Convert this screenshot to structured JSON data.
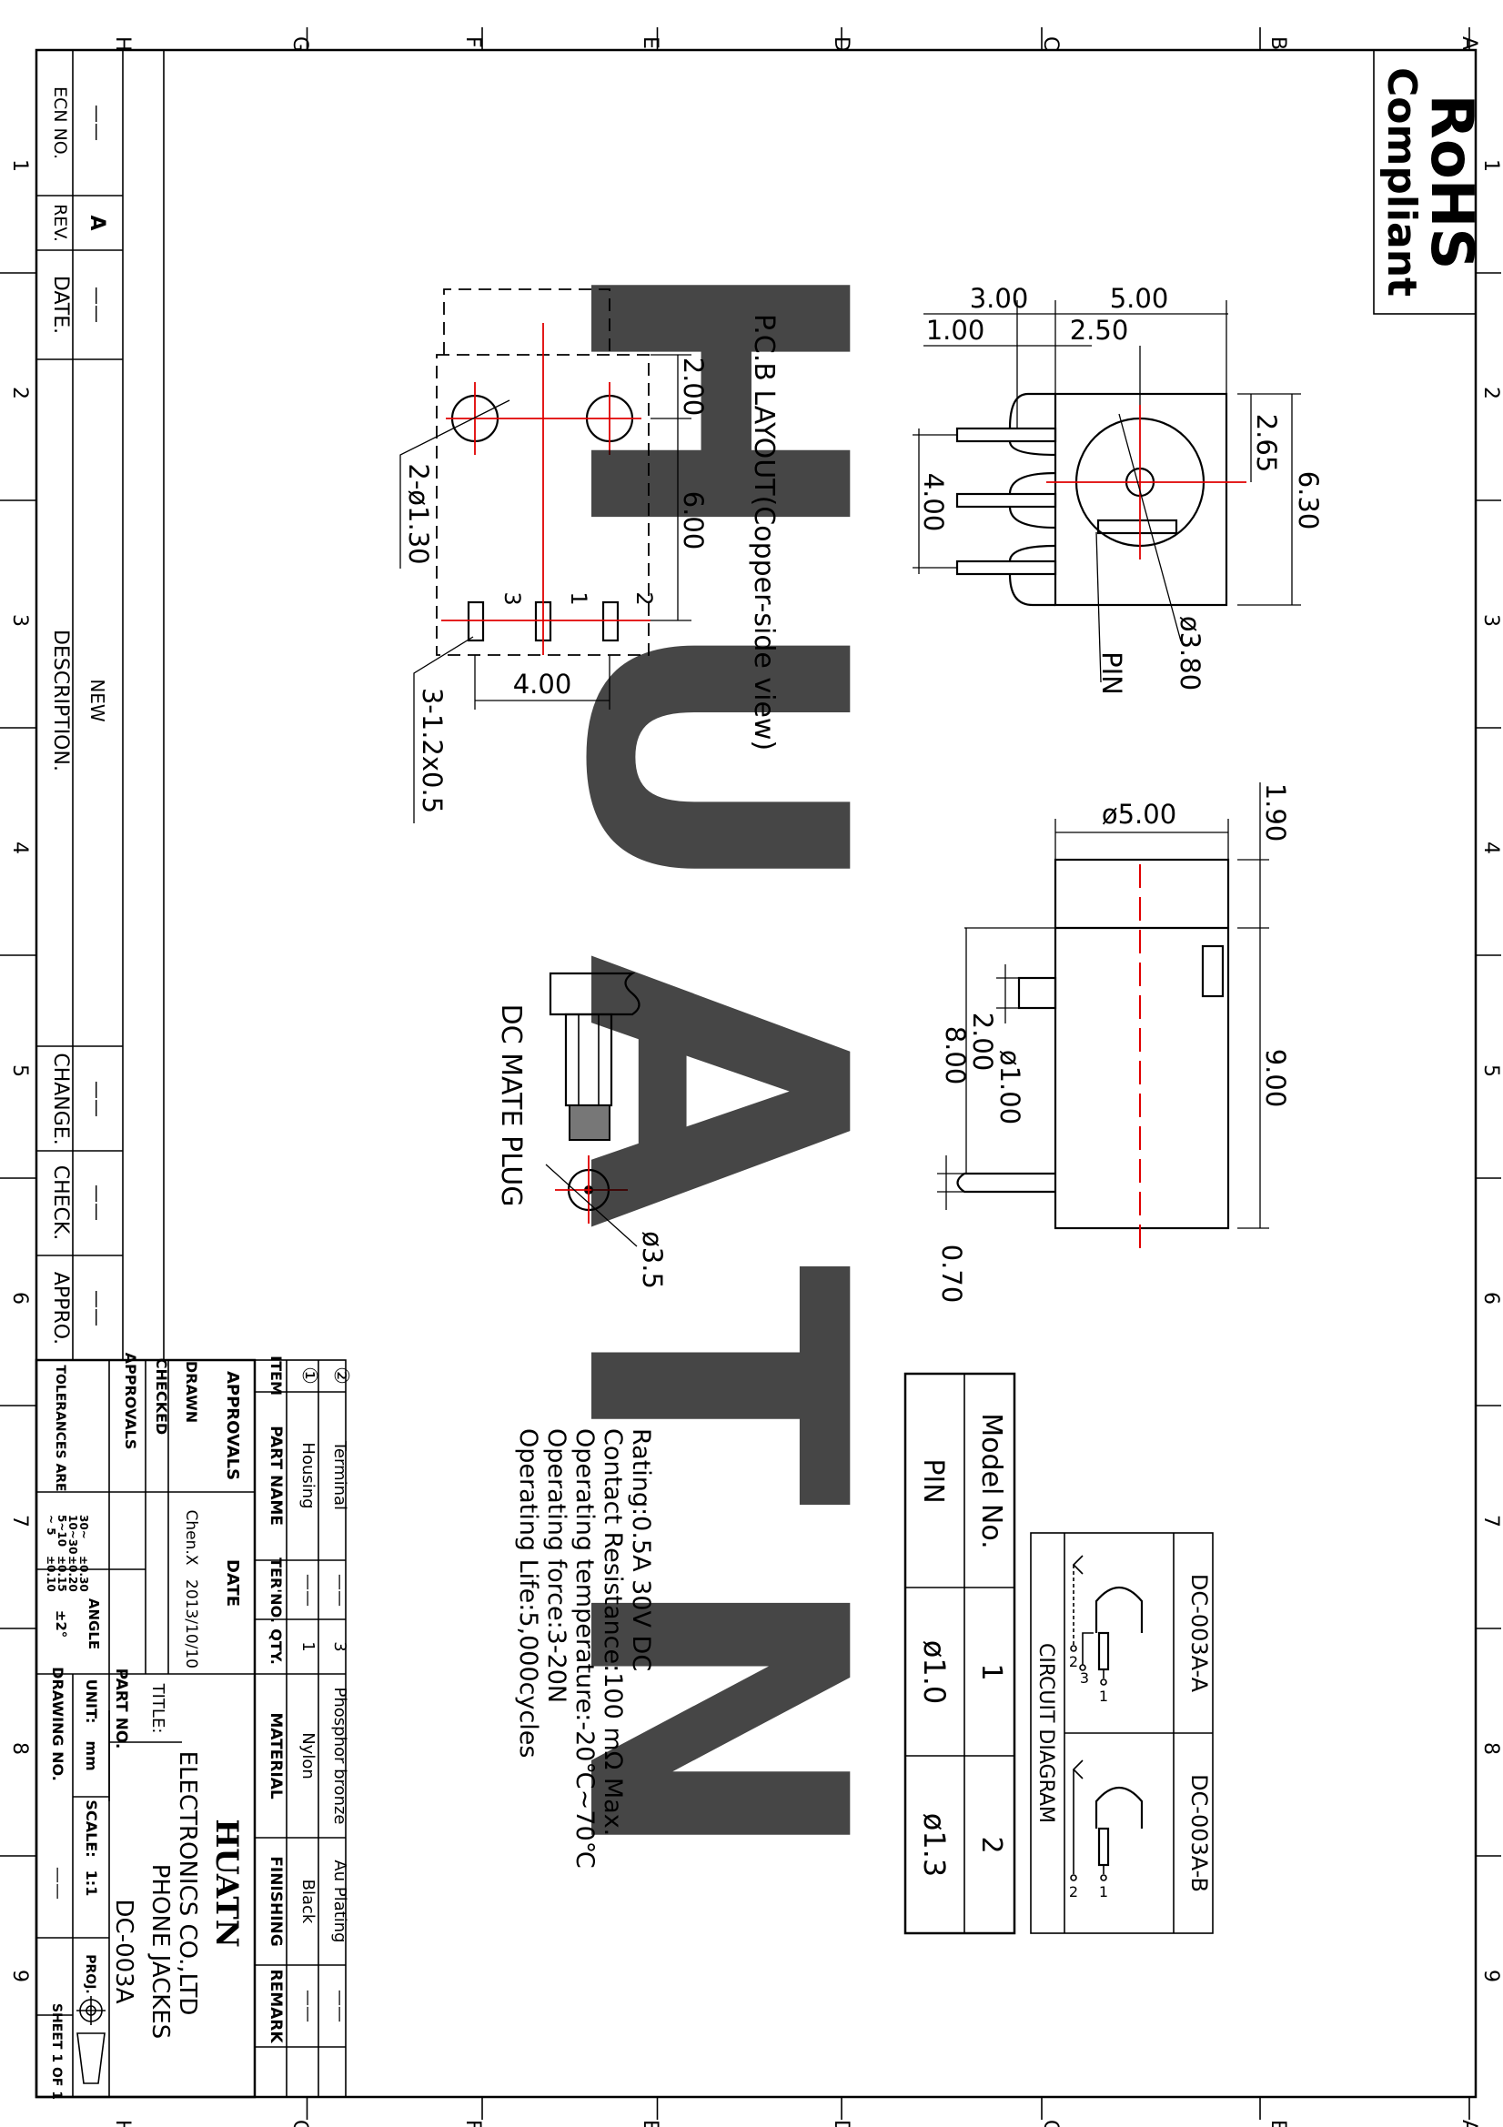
{
  "logo": {
    "line1": "RoHS",
    "line2": "Compliant"
  },
  "watermark": "HUATN",
  "border": {
    "zones_top": [
      "A",
      "B",
      "C",
      "D",
      "E",
      "F",
      "G",
      "H"
    ],
    "zones_side": [
      "1",
      "2",
      "3",
      "4",
      "5",
      "6",
      "7",
      "8",
      "9"
    ]
  },
  "revision_block": {
    "headers": {
      "ecn": "ECN NO.",
      "rev": "REV.",
      "date": "DATE.",
      "description": "DESCRIPTION.",
      "change": "CHANGE.",
      "check": "CHECK.",
      "appro": "APPRO."
    },
    "row": {
      "ecn": "——",
      "rev": "A",
      "date": "——",
      "description": "NEW",
      "change": "——",
      "check": "——",
      "appro": "——"
    }
  },
  "front_view": {
    "dims": {
      "d300": "3.00",
      "d500": "5.00",
      "d100": "1.00",
      "d250": "2.50",
      "d265": "2.65",
      "d630": "6.30",
      "d400": "4.00",
      "d380": "ø3.80"
    },
    "pin_label": "PIN"
  },
  "side_view": {
    "dims": {
      "d190": "1.90",
      "d500": "ø5.00",
      "d900": "9.00",
      "d200": "2.00",
      "d800": "8.00",
      "d100": "ø1.00",
      "d070": "0.70"
    }
  },
  "pcb_layout": {
    "title": "P.C.B LAYOUT(Copper-side view)",
    "dims": {
      "d200": "2.00",
      "d600": "6.00",
      "d400": "4.00",
      "holes": "2-ø1.30",
      "slots": "3-1.2x0.5"
    },
    "pin_numbers": [
      "3",
      "1",
      "2"
    ]
  },
  "mate_plug": {
    "label": "DC MATE PLUG",
    "dim": "ø3.5"
  },
  "specs": [
    "Rating:0.5A 30V DC",
    "Contact Resistance:100 mΩ Max.",
    "Operating temperature:-20℃~70℃",
    "Operating force:3-20N",
    "Operating Life:5,000cycles"
  ],
  "circuit": {
    "model_a": "DC-003A-A",
    "model_b": "DC-003A-B",
    "title": "CIRCUIT DIAGRAM",
    "pin_labels_a": [
      "1",
      "3",
      "2"
    ],
    "pin_labels_b": [
      "1",
      "2"
    ]
  },
  "model_table": {
    "header": "Model No.",
    "row_label": "PIN",
    "models": [
      "1",
      "2"
    ],
    "pins": [
      "ø1.0",
      "ø1.3"
    ]
  },
  "bom": {
    "headers": {
      "item": "ITEM",
      "part": "PART NAME",
      "ter": "TER'NO.",
      "qty": "QTY.",
      "material": "MATERIAL",
      "finishing": "FINISHING",
      "remark": "REMARK"
    },
    "rows": [
      {
        "item": "②",
        "part": "Terminal",
        "ter": "——",
        "qty": "3",
        "material": "Phosphor bronze",
        "finishing": "Au Plating",
        "remark": "——"
      },
      {
        "item": "①",
        "part": "Housing",
        "ter": "——",
        "qty": "1",
        "material": "Nylon",
        "finishing": "Black",
        "remark": "——"
      }
    ]
  },
  "title_block": {
    "approvals": "APPROVALS",
    "date": "DATE",
    "drawn_label": "DRAWN",
    "drawn_by": "Chen.X",
    "drawn_date": "2013/10/10",
    "checked_label": "CHECKED",
    "approvals_label": "APPROVALS",
    "company": "HUATN",
    "company_full": "ELECTRONICS CO.,LTD",
    "title_label": "TITLE:",
    "title": "PHONE JACKES",
    "part_label": "PART NO.",
    "part_no": "DC-003A",
    "tol_label": "TOLERANCES ARE",
    "tol": [
      {
        "range": "30~",
        "value": "±0.30"
      },
      {
        "range": "10~30",
        "value": "±0.20"
      },
      {
        "range": "5~10",
        "value": "±0.15"
      },
      {
        "range": "~ 5",
        "value": "±0.10"
      }
    ],
    "angle_label": "ANGLE",
    "angle": "±2°",
    "unit_label": "UNIT:",
    "unit": "mm",
    "scale_label": "SCALE:",
    "scale": "1:1",
    "proj_label": "PROJ.",
    "drawing_label": "DRAWING NO.",
    "drawing_no": "——",
    "sheet": "SHEET 1 OF 1"
  }
}
